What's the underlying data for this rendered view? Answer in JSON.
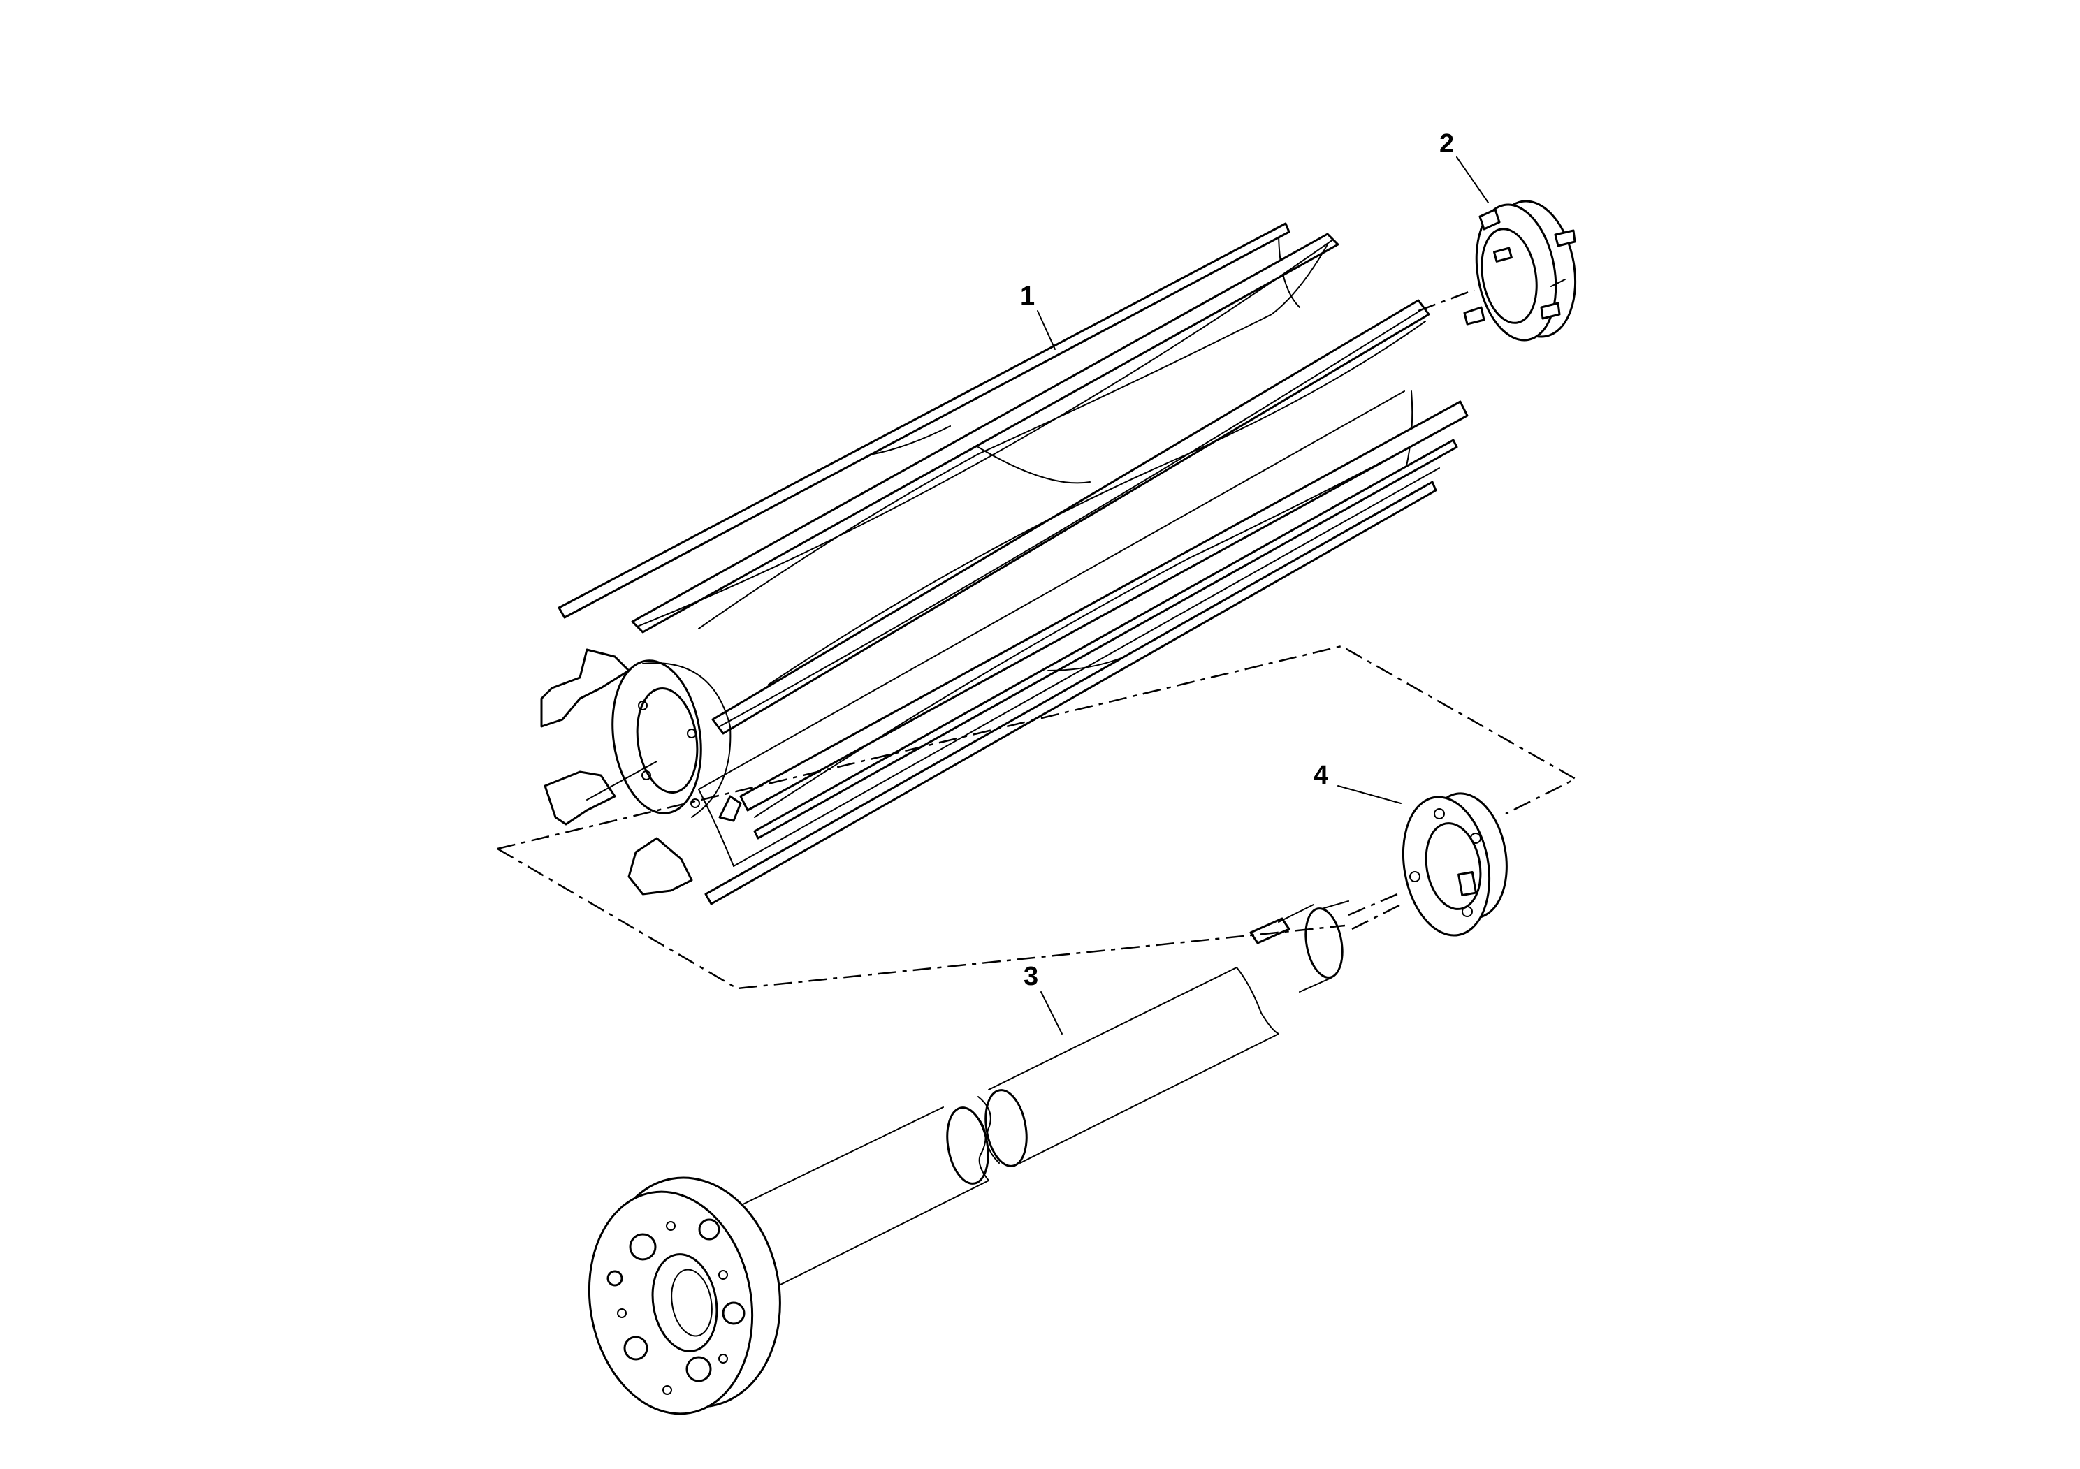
{
  "diagram": {
    "callouts": [
      {
        "id": "1",
        "label": "1"
      },
      {
        "id": "2",
        "label": "2"
      },
      {
        "id": "3",
        "label": "3"
      },
      {
        "id": "4",
        "label": "4"
      }
    ],
    "parts": [
      {
        "callout": "1",
        "icon": "reel-cylinder-icon"
      },
      {
        "callout": "2",
        "icon": "flange-hub-with-studs-icon"
      },
      {
        "callout": "3",
        "icon": "reel-shaft-icon"
      },
      {
        "callout": "4",
        "icon": "bearing-flange-icon"
      }
    ],
    "colors": {
      "line": "#000000",
      "background": "#ffffff"
    }
  }
}
